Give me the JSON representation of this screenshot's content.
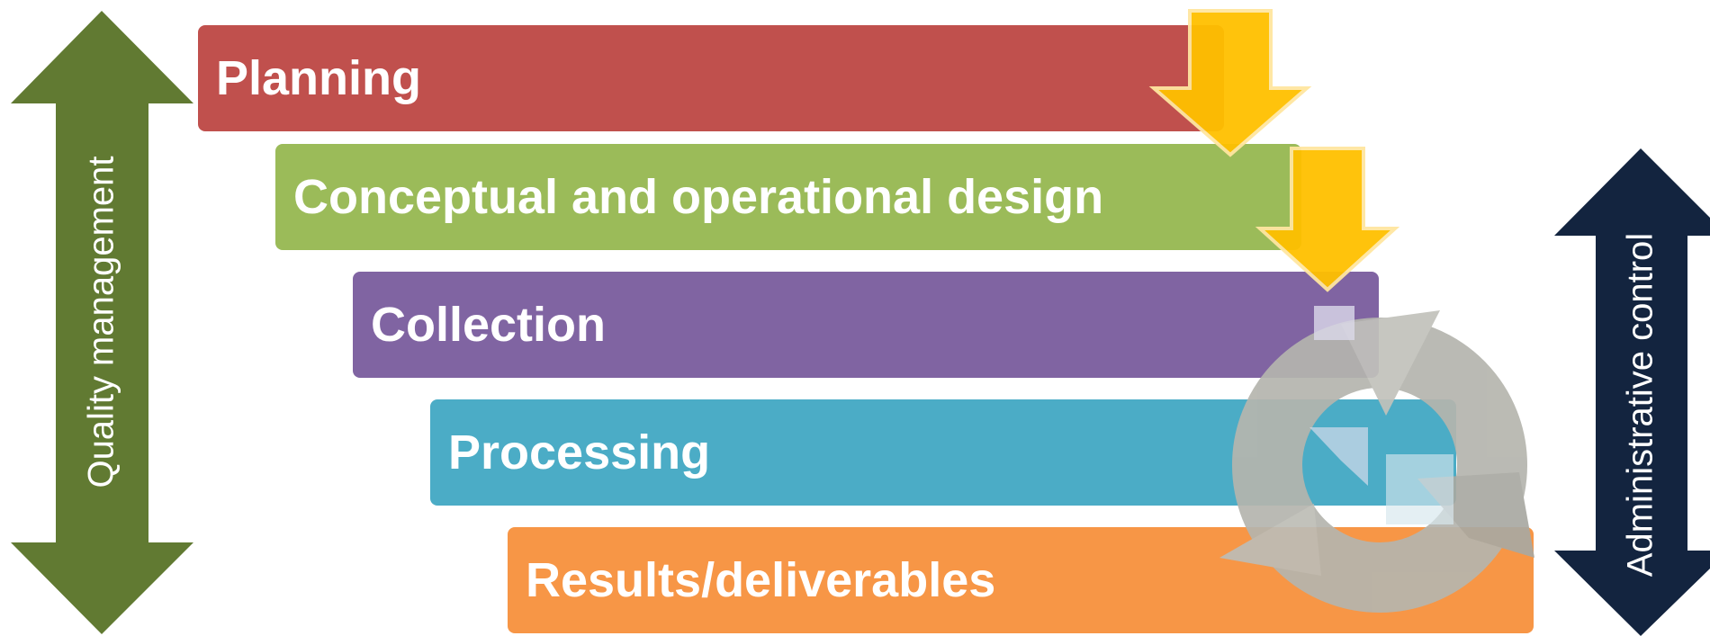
{
  "stages": [
    {
      "label": "Planning",
      "color": "#C0504D"
    },
    {
      "label": "Conceptual and operational design",
      "color": "#9BBB59"
    },
    {
      "label": "Collection",
      "color": "#8064A2"
    },
    {
      "label": "Processing",
      "color": "#4BACC6"
    },
    {
      "label": "Results/deliverables",
      "color": "#F79646"
    }
  ],
  "left_axis": {
    "label": "Quality management",
    "color": "#617A32",
    "icon": "double-headed-vertical-arrow"
  },
  "right_axis": {
    "label": "Administrative control",
    "color": "#13243F",
    "icon": "double-headed-vertical-arrow"
  },
  "flow_arrow_color": "#FFC000",
  "cycle_icon": {
    "name": "circular-refresh-arrows",
    "color": "#B5B5AE"
  }
}
